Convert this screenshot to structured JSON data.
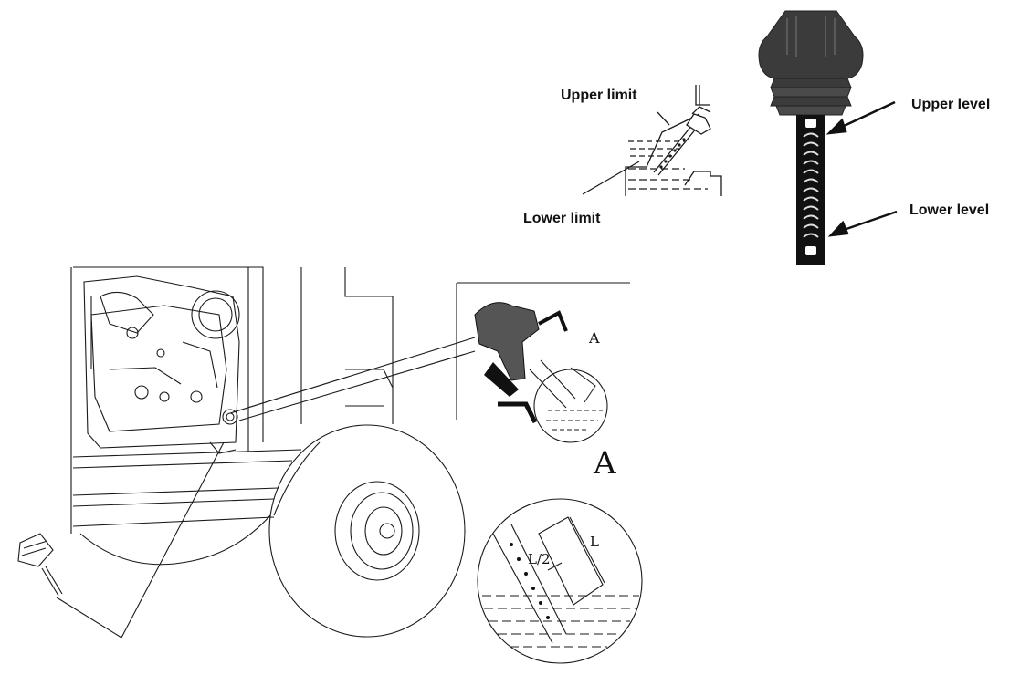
{
  "top_left_inset": {
    "upper_label": "Upper limit",
    "lower_label": "Lower limit"
  },
  "dipstick_photo": {
    "upper_label": "Upper level",
    "lower_label": "Lower level"
  },
  "detail_callout": {
    "marker_small": "A",
    "marker_large": "A",
    "length_label": "L",
    "half_label": "L/2"
  },
  "colors": {
    "line": "#1a1a1a",
    "cap": "#3b3b3b",
    "stick": "#111111"
  }
}
